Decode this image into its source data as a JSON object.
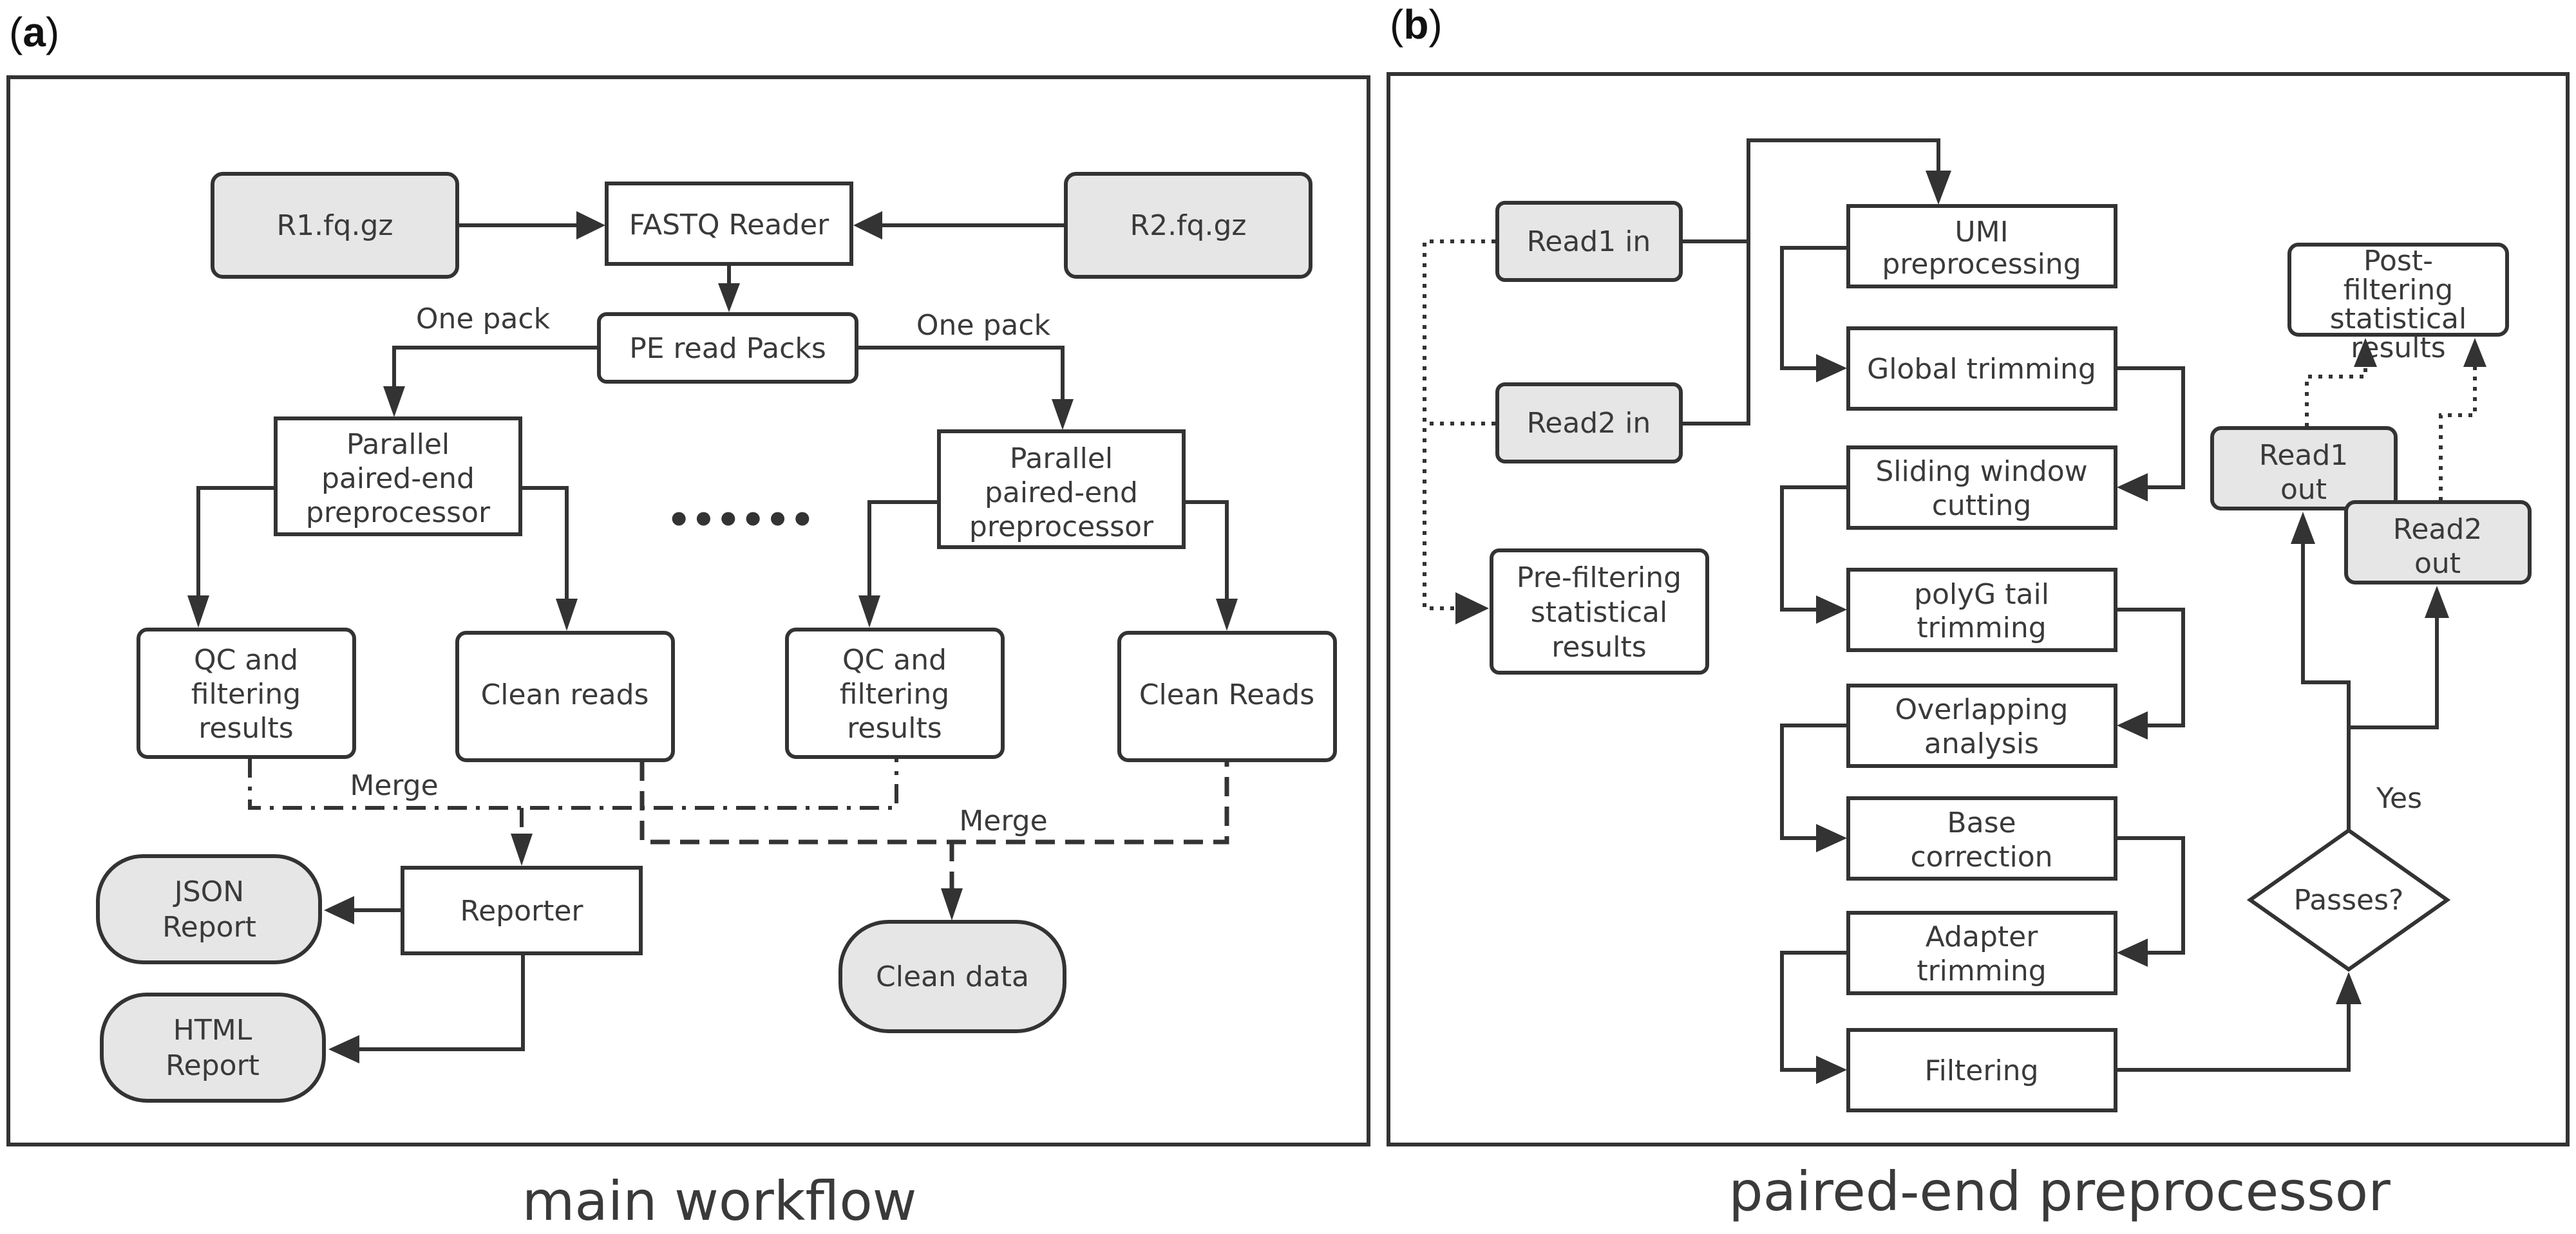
{
  "panel_a": {
    "letter": "a",
    "caption": "main workflow",
    "nodes": {
      "r1": "R1.fq.gz",
      "r2": "R2.fq.gz",
      "fastq_reader": "FASTQ Reader",
      "pe_packs": "PE read Packs",
      "ppe1": [
        "Parallel",
        "paired-end",
        "preprocessor"
      ],
      "ppe2": [
        "Parallel",
        "paired-end",
        "preprocessor"
      ],
      "qc1": [
        "QC and",
        "filtering",
        "results"
      ],
      "clean1": "Clean reads",
      "qc2": [
        "QC and",
        "filtering",
        "results"
      ],
      "clean2": "Clean Reads",
      "reporter": "Reporter",
      "json_report": [
        "JSON",
        "Report"
      ],
      "html_report": [
        "HTML",
        "Report"
      ],
      "clean_data": "Clean data"
    },
    "edge_labels": {
      "one_pack_left": "One pack",
      "one_pack_right": "One pack",
      "merge_qc": "Merge",
      "merge_clean": "Merge"
    },
    "ellipsis": "••••••"
  },
  "panel_b": {
    "letter": "b",
    "caption": "paired-end preprocessor",
    "nodes": {
      "read1_in": "Read1 in",
      "read2_in": "Read2 in",
      "pre_filter": [
        "Pre-filtering",
        "statistical",
        "results"
      ],
      "umi": [
        "UMI",
        "preprocessing"
      ],
      "global_trim": "Global trimming",
      "sliding": [
        "Sliding window",
        "cutting"
      ],
      "polyg": [
        "polyG tail",
        "trimming"
      ],
      "overlap": [
        "Overlapping",
        "analysis"
      ],
      "base_corr": [
        "Base",
        "correction"
      ],
      "adapter": [
        "Adapter",
        "trimming"
      ],
      "filtering": "Filtering",
      "passes": "Passes?",
      "read1_out": [
        "Read1",
        "out"
      ],
      "read2_out": [
        "Read2",
        "out"
      ],
      "post_filter": [
        "Post-",
        "filtering",
        "statistical",
        "results"
      ]
    },
    "edge_labels": {
      "yes": "Yes"
    }
  }
}
